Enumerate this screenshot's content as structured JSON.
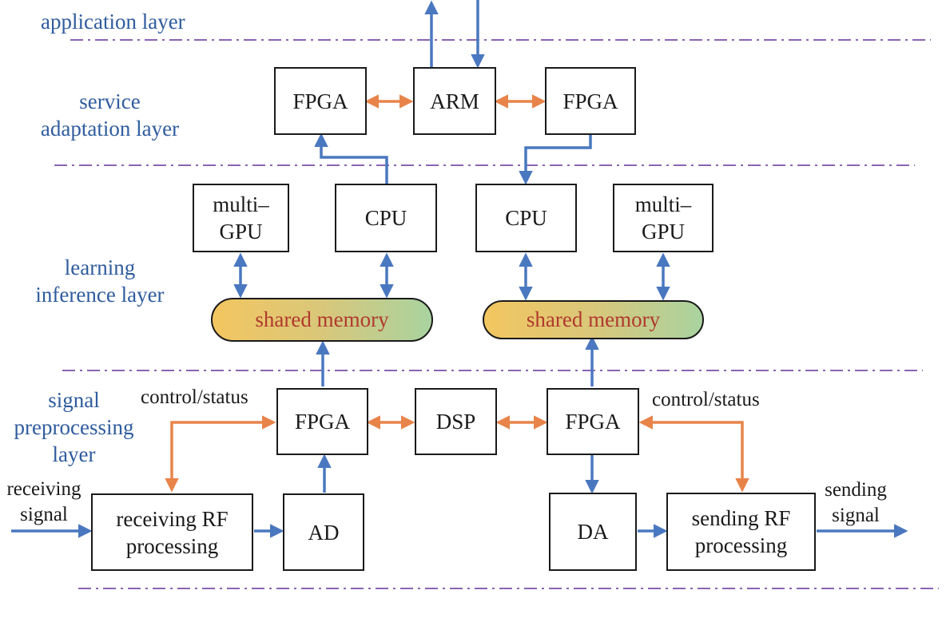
{
  "layers": {
    "application": "application layer",
    "service_line1": "service",
    "service_line2": "adaptation layer",
    "learning_line1": "learning",
    "learning_line2": "inference layer",
    "signal_line1": "signal",
    "signal_line2": "preprocessing",
    "signal_line3": "layer"
  },
  "service": {
    "fpga_left": "FPGA",
    "arm": "ARM",
    "fpga_right": "FPGA"
  },
  "learning": {
    "gpu_left_line1": "multi–",
    "gpu_left_line2": "GPU",
    "cpu_left": "CPU",
    "cpu_right": "CPU",
    "gpu_right_line1": "multi–",
    "gpu_right_line2": "GPU",
    "shared_memory_left": "shared memory",
    "shared_memory_right": "shared memory"
  },
  "signal": {
    "control_status_left": "control/status",
    "control_status_right": "control/status",
    "fpga_left": "FPGA",
    "dsp": "DSP",
    "fpga_right": "FPGA",
    "receiving_signal_line1": "receiving",
    "receiving_signal_line2": "signal",
    "receiving_rf_line1": "receiving RF",
    "receiving_rf_line2": "processing",
    "ad": "AD",
    "da": "DA",
    "sending_rf_line1": "sending RF",
    "sending_rf_line2": "processing",
    "sending_signal_line1": "sending",
    "sending_signal_line2": "signal"
  },
  "colors": {
    "blue_arrow": "#4a78c0",
    "orange_arrow": "#e8844a",
    "layer_text": "#2f5c9e",
    "divider": "#7a4fa8",
    "memory_text": "#b0392e",
    "memory_gradient_start": "#f3c660",
    "memory_gradient_end": "#a9d3a0"
  }
}
